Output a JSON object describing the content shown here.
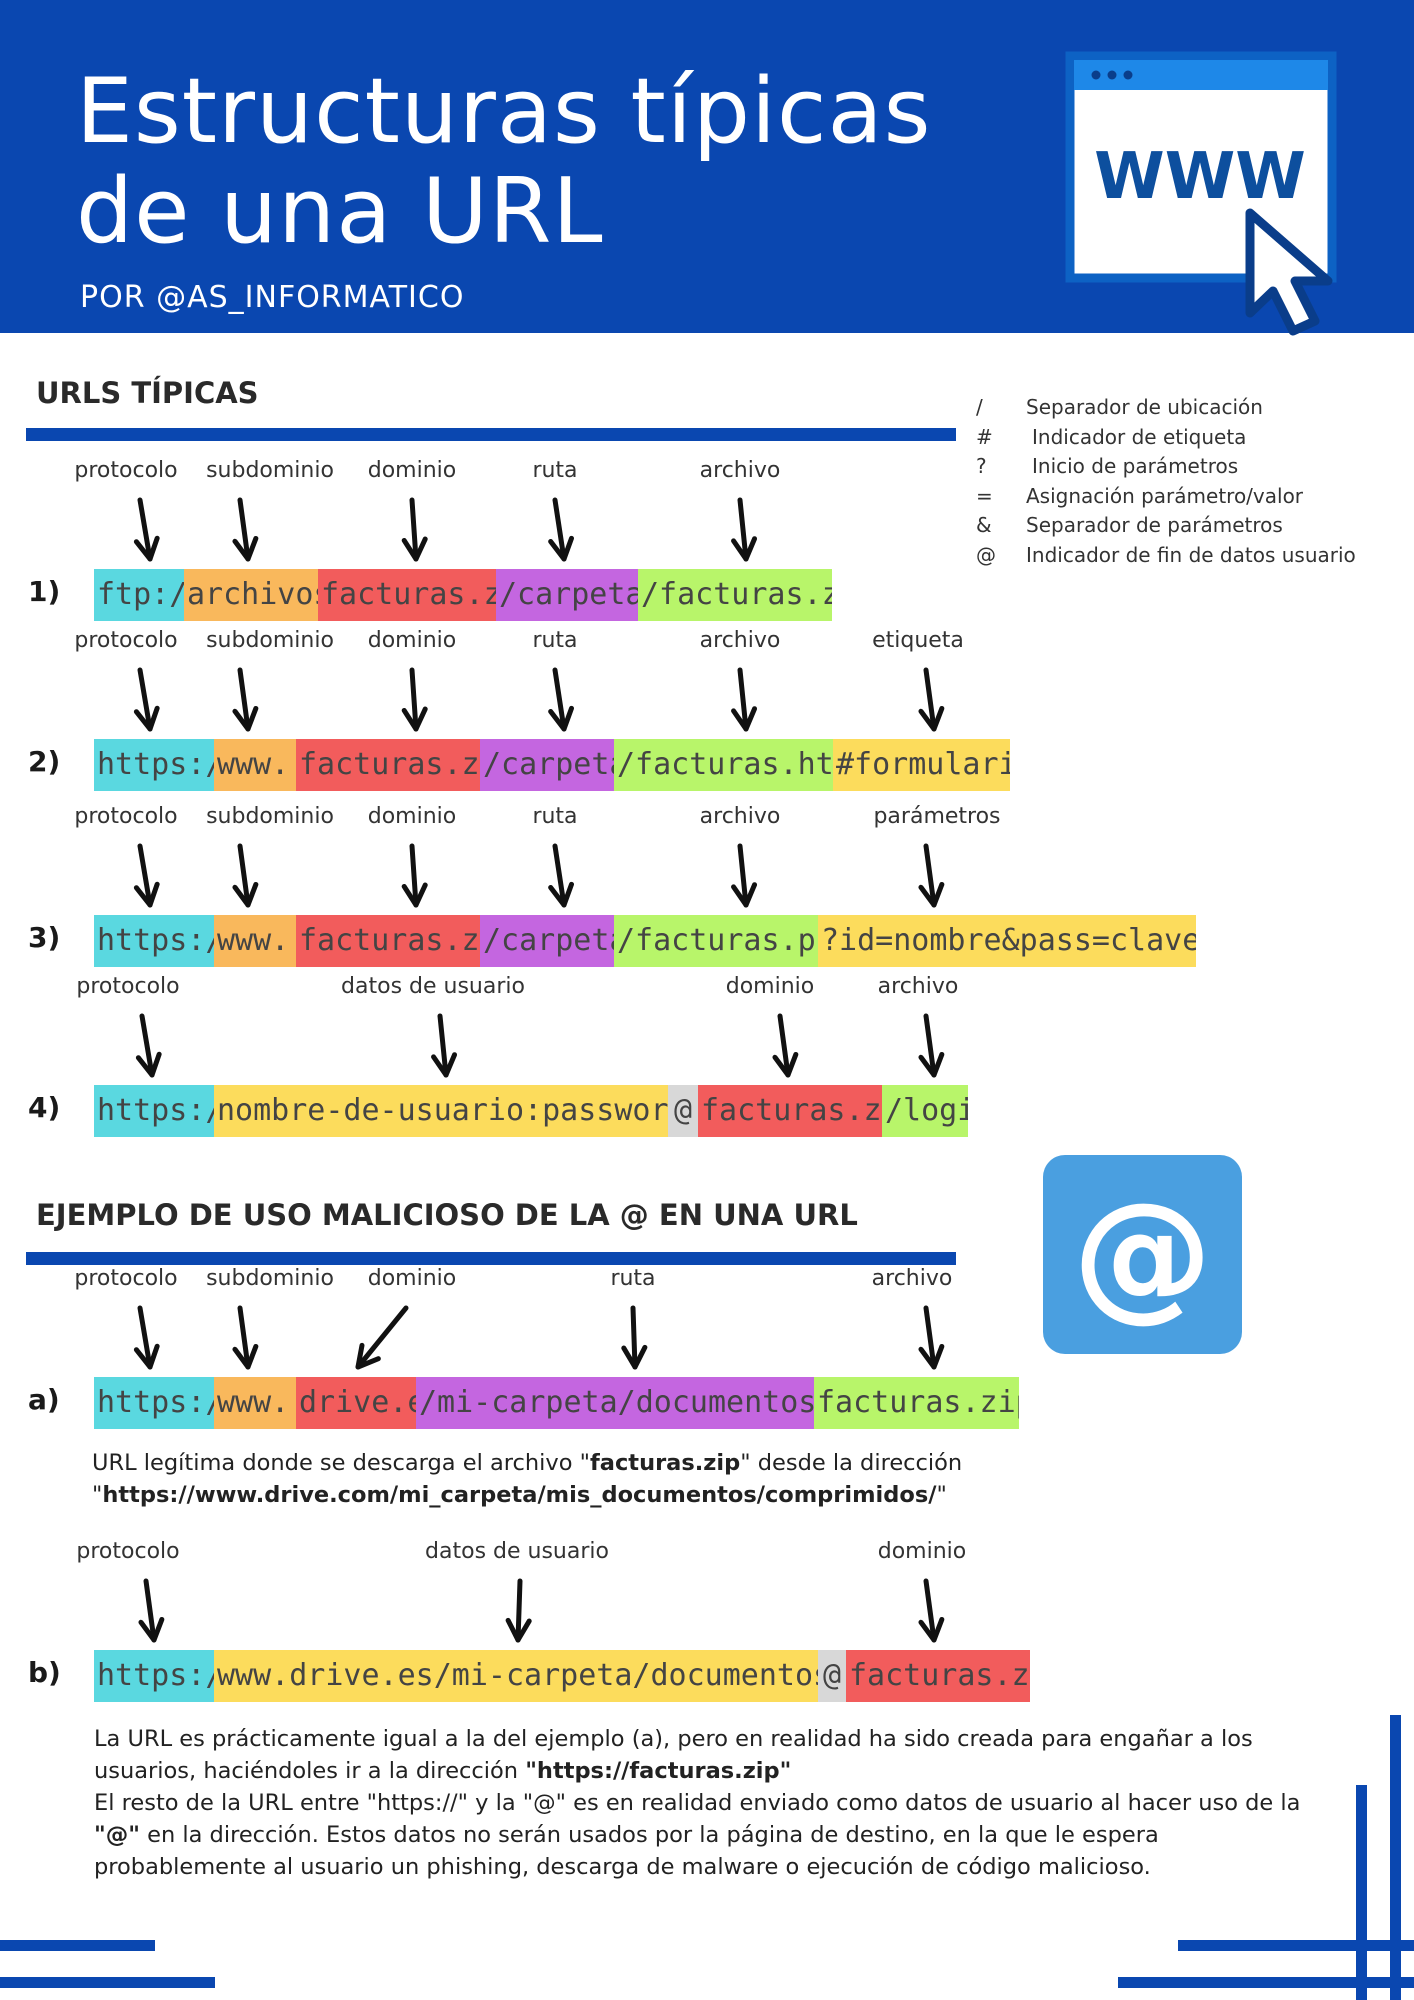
{
  "header": {
    "title_line1": "Estructuras típicas",
    "title_line2": "de una URL",
    "subtitle": "POR @AS_INFORMATICO",
    "icon_text": "WWW"
  },
  "sections": {
    "typical": "URLS TÍPICAS",
    "malicious": "EJEMPLO DE USO MALICIOSO DE LA @ EN UNA URL"
  },
  "legend": [
    {
      "symbol": "/",
      "text": "Separador de ubicación"
    },
    {
      "symbol": "#",
      "text": "Indicador de etiqueta"
    },
    {
      "symbol": "?",
      "text": "Inicio de parámetros"
    },
    {
      "symbol": "=",
      "text": "Asignación  parámetro/valor"
    },
    {
      "symbol": "&",
      "text": "Separador de parámetros"
    },
    {
      "symbol": "@",
      "text": "Indicador de fin de datos usuario"
    }
  ],
  "colors": {
    "header_blue": "#0a47b0",
    "protocolo": "#5ad8e0",
    "subdominio": "#f9b85c",
    "dominio": "#f25c5c",
    "ruta": "#c466e0",
    "archivo": "#b8f56a",
    "extra": "#fcdc5c",
    "arroba": "#d8d8d8",
    "at_icon": "#4a9fe0"
  },
  "at_icon": "@",
  "urls": [
    {
      "label": "1)",
      "labels": [
        "protocolo",
        "subdominio",
        "dominio",
        "ruta",
        "archivo"
      ],
      "segments": [
        "ftp://",
        "archivos.",
        "facturas.zip",
        "/carpeta",
        "/facturas.zip"
      ]
    },
    {
      "label": "2)",
      "labels": [
        "protocolo",
        "subdominio",
        "dominio",
        "ruta",
        "archivo",
        "etiqueta"
      ],
      "segments": [
        "https://",
        "www.",
        "facturas.zip",
        "/carpeta",
        "/facturas.html",
        "#formulario"
      ]
    },
    {
      "label": "3)",
      "labels": [
        "protocolo",
        "subdominio",
        "dominio",
        "ruta",
        "archivo",
        "parámetros"
      ],
      "segments": [
        "https://",
        "www.",
        "facturas.zip",
        "/carpeta",
        "/facturas.php",
        "?id=nombre&pass=clave"
      ]
    },
    {
      "label": "4)",
      "labels": [
        "protocolo",
        "datos de usuario",
        "dominio",
        "archivo"
      ],
      "segments": [
        "https://",
        "nombre-de-usuario:password",
        "@",
        "facturas.zip",
        "/login"
      ]
    },
    {
      "label": "a)",
      "labels": [
        "protocolo",
        "subdominio",
        "dominio",
        "ruta",
        "archivo"
      ],
      "segments": [
        "https://",
        "www.",
        "drive.es",
        "/mi-carpeta/documentos/",
        "facturas.zip"
      ]
    },
    {
      "label": "b)",
      "labels": [
        "protocolo",
        "datos de usuario",
        "dominio"
      ],
      "segments": [
        "https://",
        "www.drive.es/mi-carpeta/documentos/",
        "@",
        "facturas.zip"
      ]
    }
  ],
  "notes": {
    "a": {
      "l1a": "URL legítima donde se descarga el archivo \"",
      "l1b": "facturas.zip",
      "l1c": "\" desde la dirección",
      "l2a": "\"",
      "l2b": "https://www.drive.com/mi_carpeta/mis_documentos/comprimidos/",
      "l2c": "\""
    },
    "b": {
      "l1": "La URL es prácticamente igual a la del ejemplo (a), pero en realidad ha sido creada para engañar a los",
      "l2a": "usuarios, haciéndoles ir a la dirección ",
      "l2b": "\"https://facturas.zip\"",
      "l3": "El resto de la URL entre \"https://\" y la \"@\" es en realidad enviado como datos de usuario al hacer uso de la",
      "l4a": "\"@\"",
      "l4b": " en la dirección. Estos datos no serán usados por la página de destino, en la que le espera",
      "l5": "probablemente al usuario un phishing, descarga de malware o ejecución de código malicioso."
    }
  }
}
